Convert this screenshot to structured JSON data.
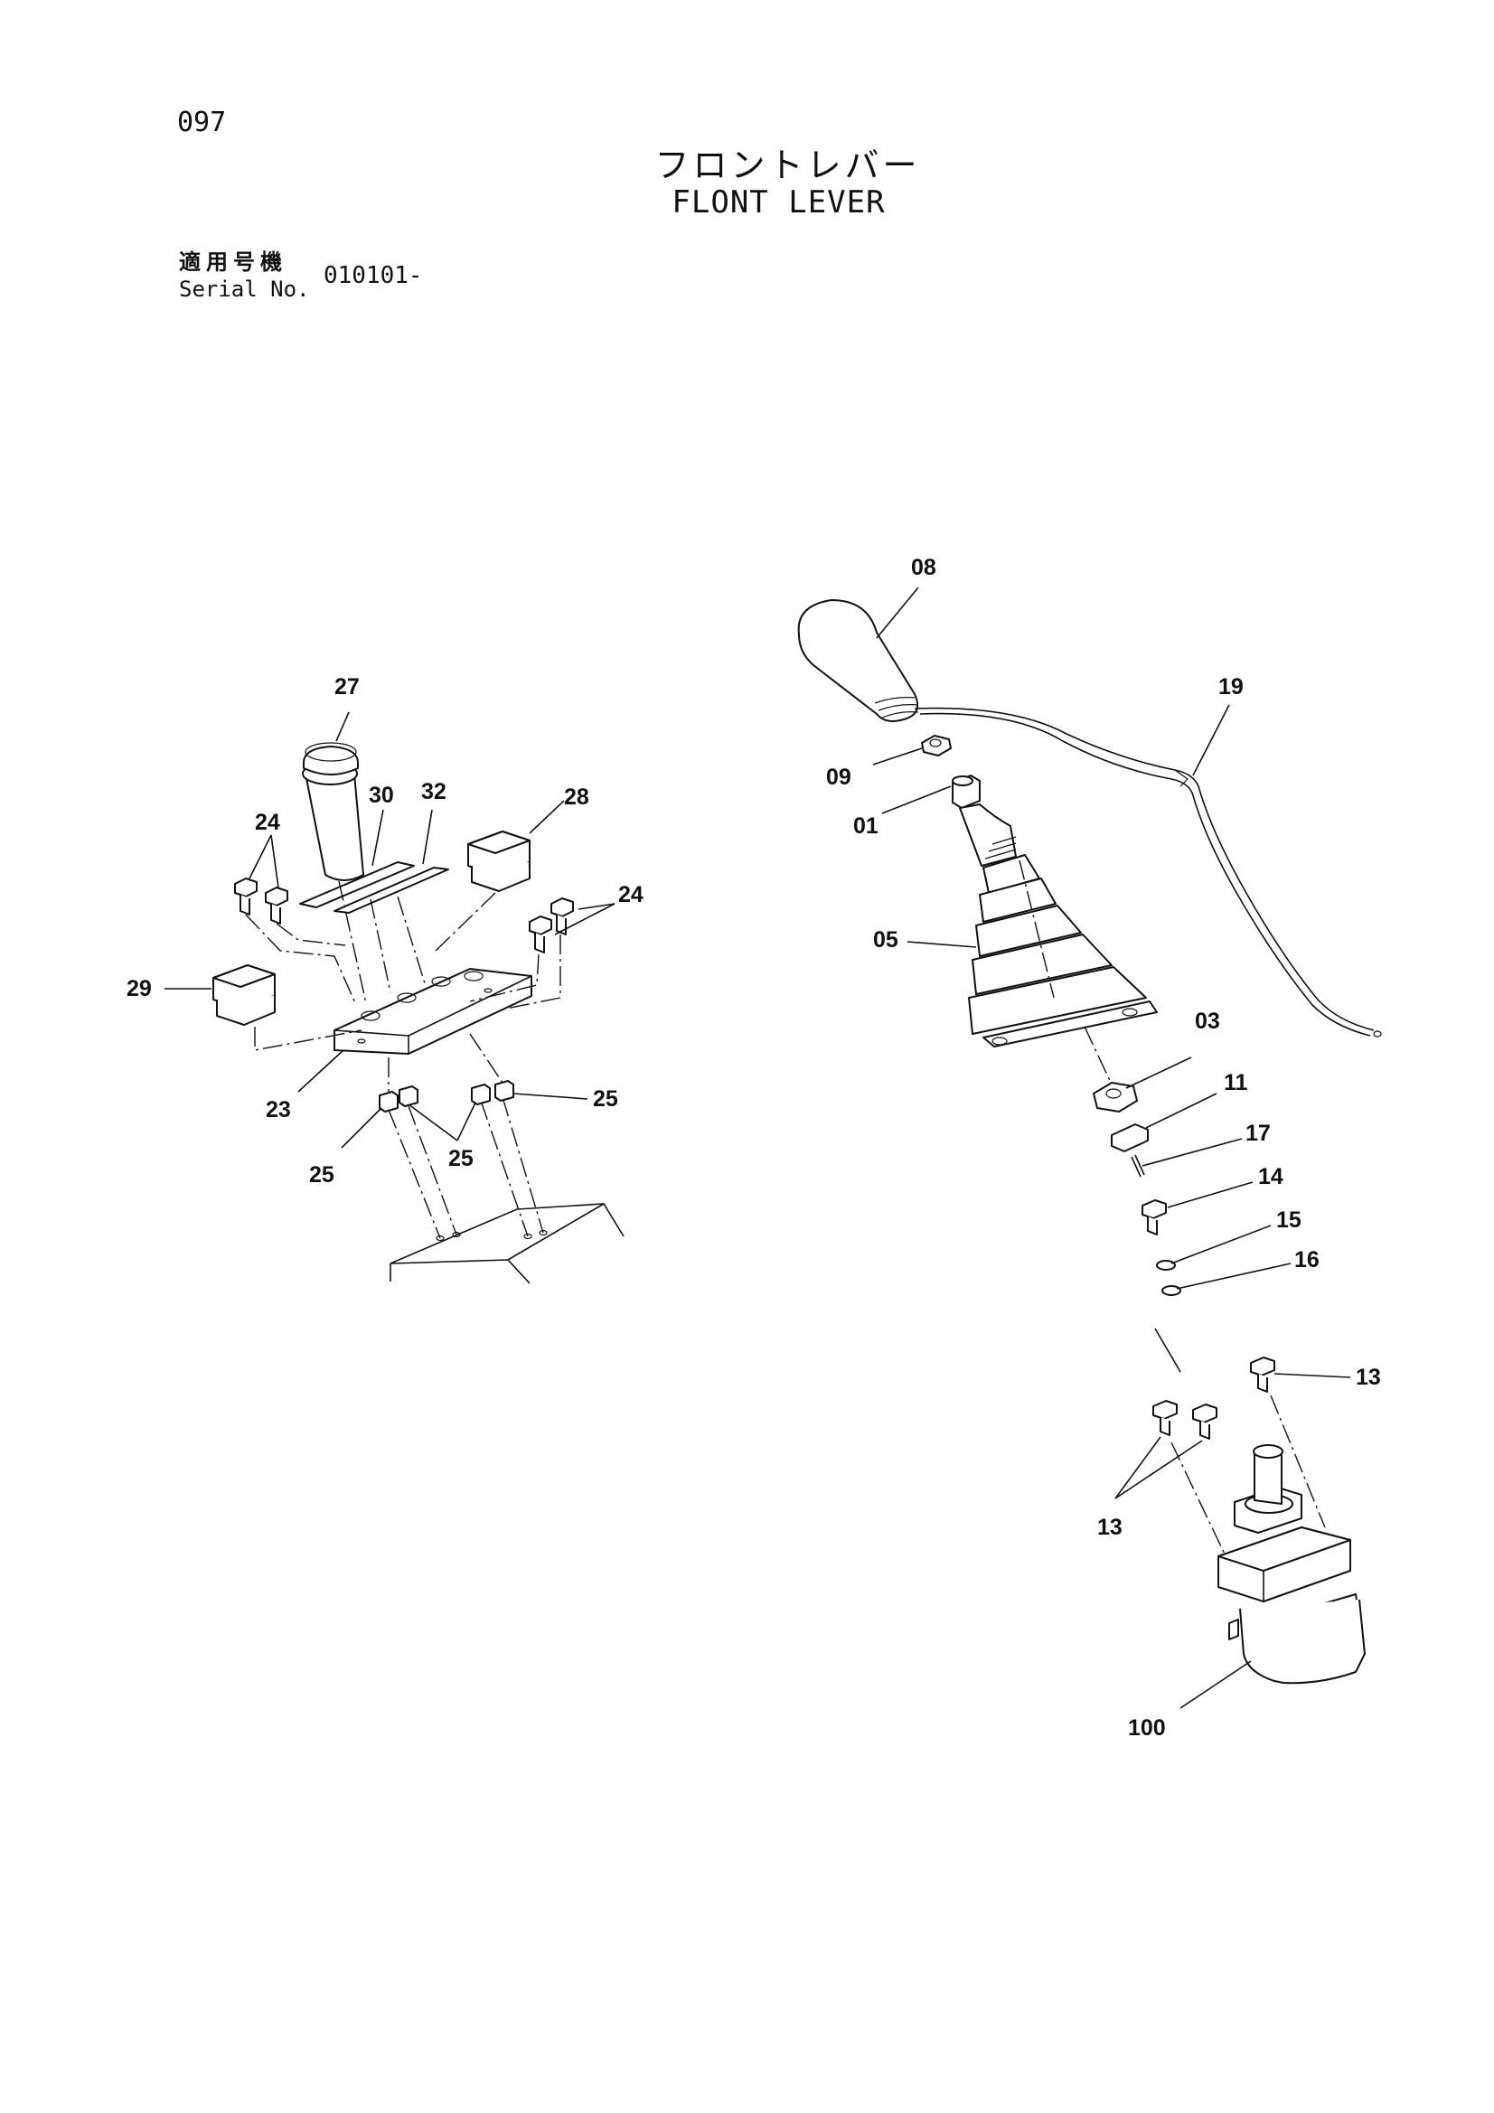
{
  "header": {
    "page_number": "097",
    "title_jp": "フロントレバー",
    "title_en": "FLONT LEVER",
    "serial_label_jp": "適用号機",
    "serial_label_en": "Serial No.",
    "serial_value": "010101-"
  },
  "callouts": {
    "c27": "27",
    "c30": "30",
    "c32": "32",
    "c28": "28",
    "c24a": "24",
    "c24b": "24",
    "c29": "29",
    "c23": "23",
    "c25a": "25",
    "c25b": "25",
    "c25c": "25",
    "c08": "08",
    "c19": "19",
    "c09": "09",
    "c01": "01",
    "c05": "05",
    "c03": "03",
    "c11": "11",
    "c17": "17",
    "c14": "14",
    "c15": "15",
    "c16": "16",
    "c13a": "13",
    "c13b": "13",
    "c100": "100"
  }
}
